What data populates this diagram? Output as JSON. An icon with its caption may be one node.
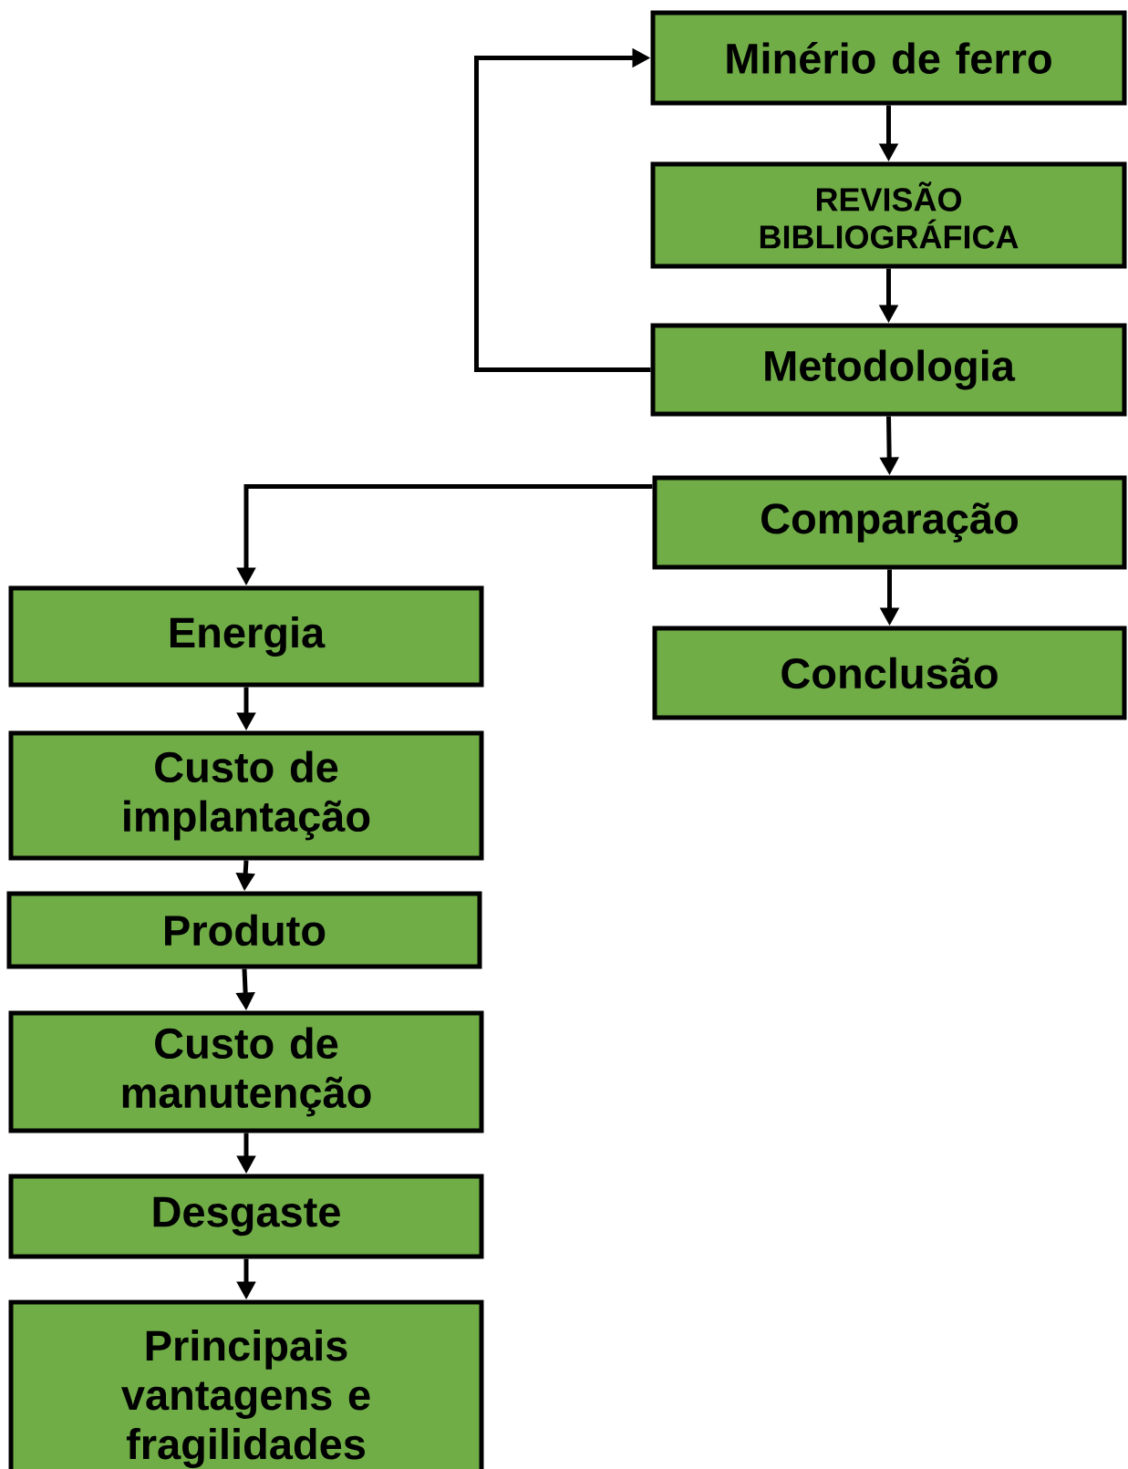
{
  "diagram": {
    "nodes": [
      {
        "text": [
          "Minério de ferro"
        ]
      },
      {
        "text": [
          "REVISÃO BIBLIOGRÁFICA"
        ]
      },
      {
        "text": [
          "Metodologia"
        ]
      },
      {
        "text": [
          "Comparação"
        ]
      },
      {
        "text": [
          "Conclusão"
        ]
      },
      {
        "text": [
          "Energia"
        ]
      },
      {
        "text": [
          "Custo de implantação"
        ]
      },
      {
        "text": [
          "Produto"
        ]
      },
      {
        "text": [
          "Custo de manutenção"
        ]
      },
      {
        "text": [
          "Desgaste"
        ]
      },
      {
        "text": [
          "Principais vantagens e fragilidades"
        ]
      }
    ],
    "edges": [
      {
        "from": 0,
        "to": 1,
        "arrow": "to"
      },
      {
        "from": 1,
        "to": 2,
        "arrow": "to"
      },
      {
        "from": 2,
        "to": 0,
        "arrow": "to"
      },
      {
        "from": 2,
        "to": 3,
        "arrow": "to"
      },
      {
        "from": 3,
        "to": 5,
        "arrow": "to"
      },
      {
        "from": 3,
        "to": 4,
        "arrow": "to"
      },
      {
        "from": 5,
        "to": 6,
        "arrow": "to"
      },
      {
        "from": 6,
        "to": 7,
        "arrow": "to"
      },
      {
        "from": 7,
        "to": 8,
        "arrow": "to"
      },
      {
        "from": 8,
        "to": 9,
        "arrow": "to"
      },
      {
        "from": 9,
        "to": 10,
        "arrow": "to"
      }
    ]
  }
}
